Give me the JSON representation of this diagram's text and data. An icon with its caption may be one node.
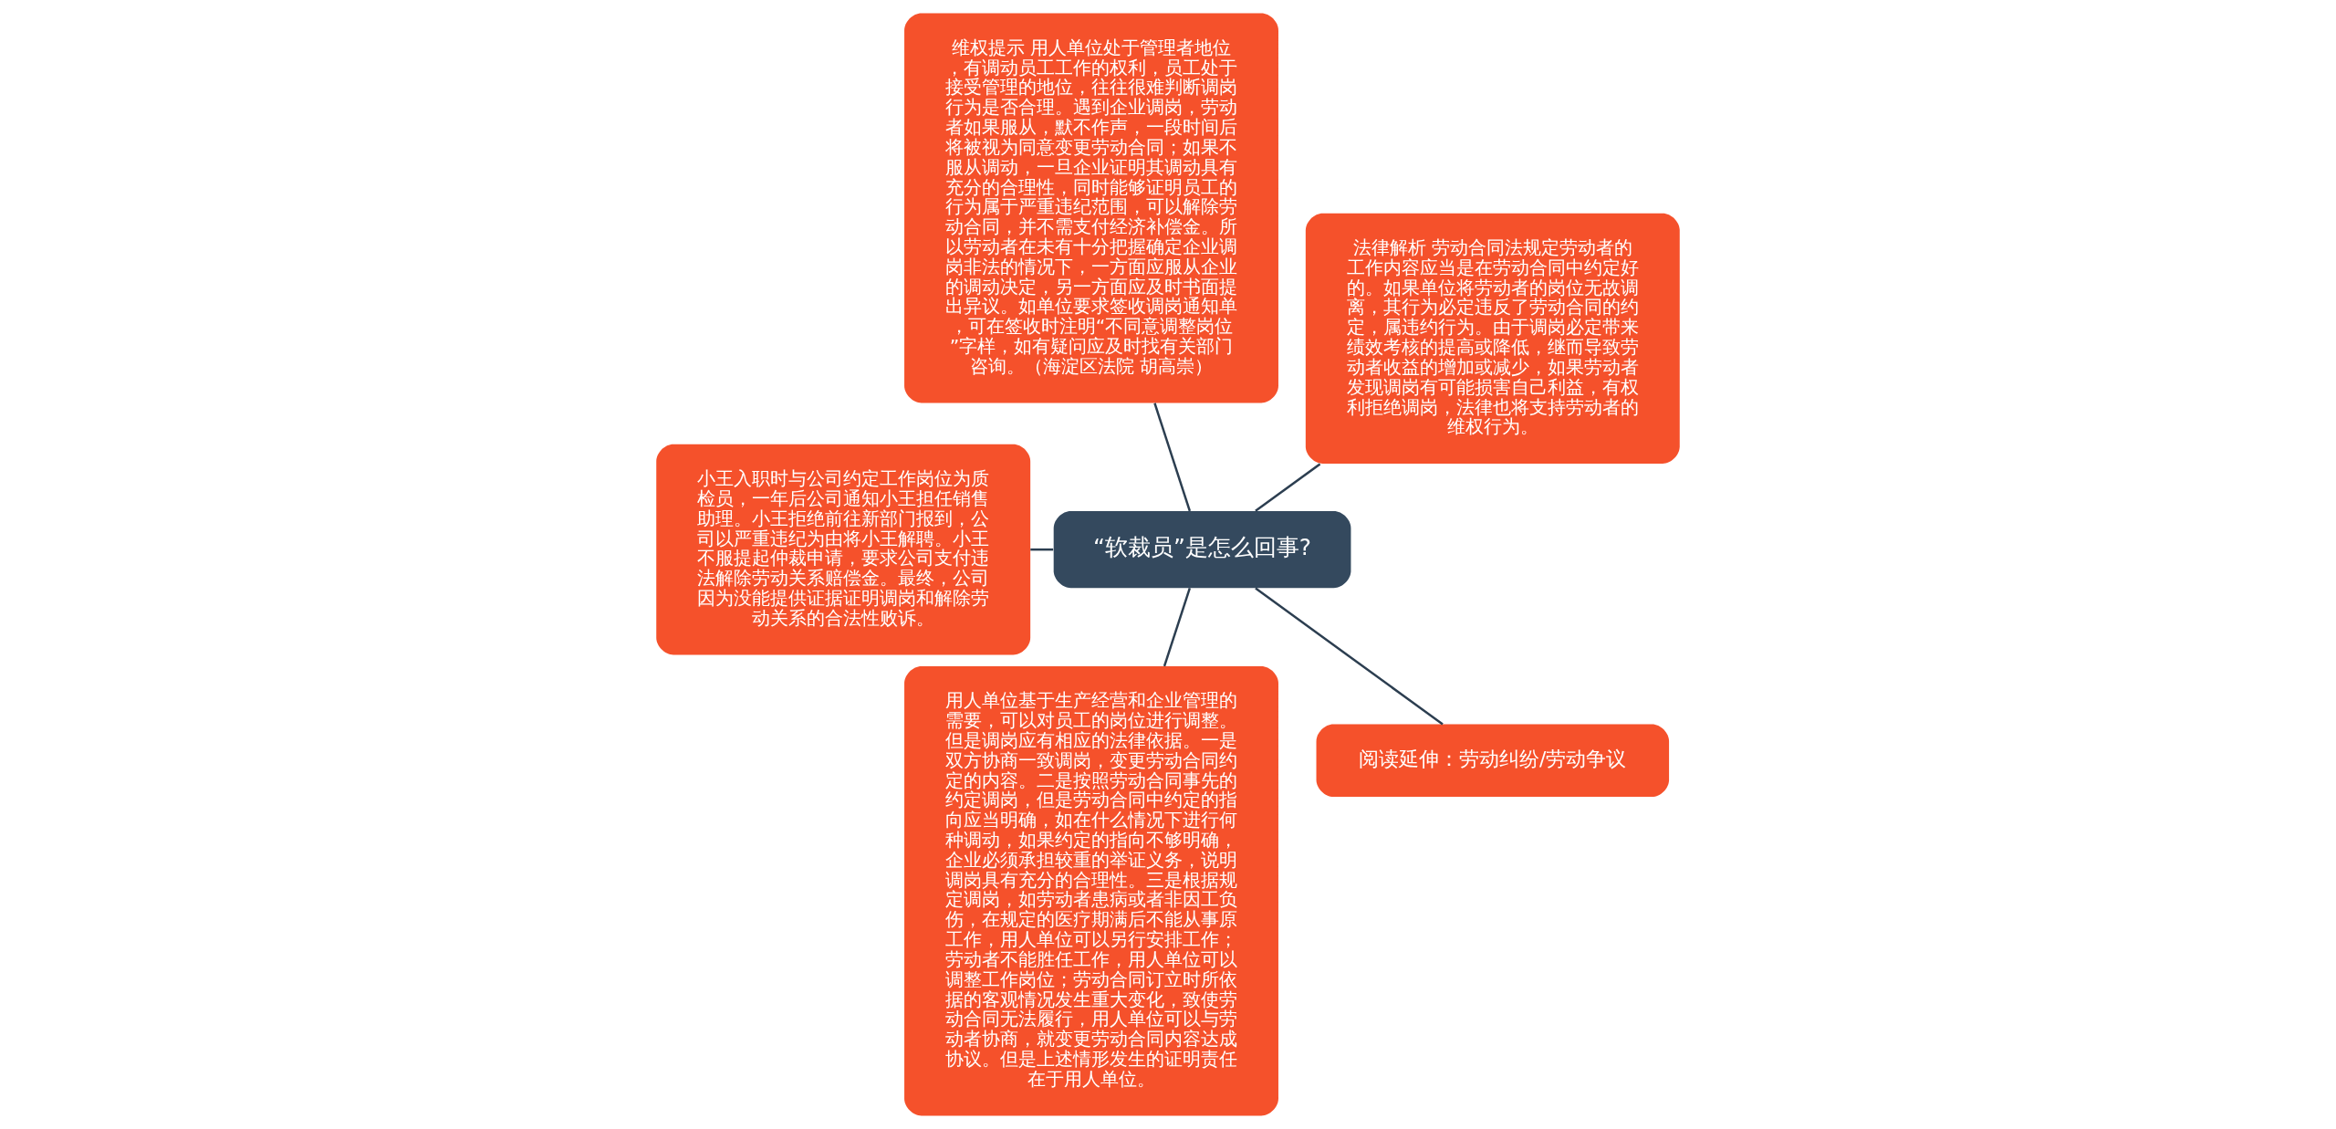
{
  "diagram": {
    "nodes": [
      {
        "text": [
          "“软裁员”是怎么回事?"
        ]
      },
      {
        "text": [
          "法律解析 劳动合同法规定劳动者的工作内容应当是在劳动合同中约定好的。如果单位将劳动者的岗位无故调离，其行为必定违反了劳动合同的约定，属违约行为。由于调岗必定带来绩效考核的提高或降低，继而导致劳动者收益的增加或减少，如果劳动者发现调岗有可能损害自己利益，有权利拒绝调岗，法律也将支持劳动者的维权行为。"
        ]
      },
      {
        "text": [
          "维权提示 用人单位处于管理者地位，有调动员工工作的权利，员工处于接受管理的地位，往往很难判断调岗行为是否合理。遇到企业调岗，劳动者如果服从，默不作声，一段时间后将被视为同意变更劳动合同；如果不服从调动，一旦企业证明其调动具有充分的合理性，同时能够证明员工的行为属于严重违纪范围，可以解除劳动合同，并不需支付经济补偿金。所以劳动者在未有十分把握确定企业调岗非法的情况下，一方面应服从企业的调动决定，另一方面应及时书面提出异议。如单位要求签收调岗通知单，可在签收时注明“不同意调整岗位”字样，如有疑问应及时找有关部门咨询。（海淀区法院 胡高崇）"
        ]
      },
      {
        "text": [
          "小王入职时与公司约定工作岗位为质检员，一年后公司通知小王担任销售助理。小王拒绝前往新部门报到，公司以严重违纪为由将小王解聘。小王不服提起仲裁申请，要求公司支付违法解除劳动关系赔偿金。最终，公司因为没能提供证据证明调岗和解除劳动关系的合法性败诉。"
        ]
      },
      {
        "text": [
          "用人单位基于生产经营和企业管理的需要，可以对员工的岗位进行调整。但是调岗应有相应的法律依据。一是双方协商一致调岗，变更劳动合同约定的内容。二是按照劳动合同事先的约定调岗，但是劳动合同中约定的指向应当明确，如在什么情况下进行何种调动，如果约定的指向不够明确，企业必须承担较重的举证义务，说明调岗具有充分的合理性。三是根据规定调岗，如劳动者患病或者非因工负伤，在规定的医疗期满后不能从事原工作，用人单位可以另行安排工作；劳动者不能胜任工作，用人单位可以调整工作岗位；劳动合同订立时所依据的客观情况发生重大变化，致使劳动合同无法履行，用人单位可以与劳动者协商，就变更劳动合同内容达成协议。但是上述情形发生的证明责任在于用人单位。"
        ]
      },
      {
        "text": [
          "阅读延伸：劳动纠纷/劳动争议"
        ]
      }
    ],
    "edges": [
      {
        "from": 0,
        "to": 1,
        "arrow": "none"
      },
      {
        "from": 0,
        "to": 2,
        "arrow": "none"
      },
      {
        "from": 0,
        "to": 3,
        "arrow": "none"
      },
      {
        "from": 0,
        "to": 4,
        "arrow": "none"
      },
      {
        "from": 0,
        "to": 5,
        "arrow": "none"
      }
    ]
  }
}
